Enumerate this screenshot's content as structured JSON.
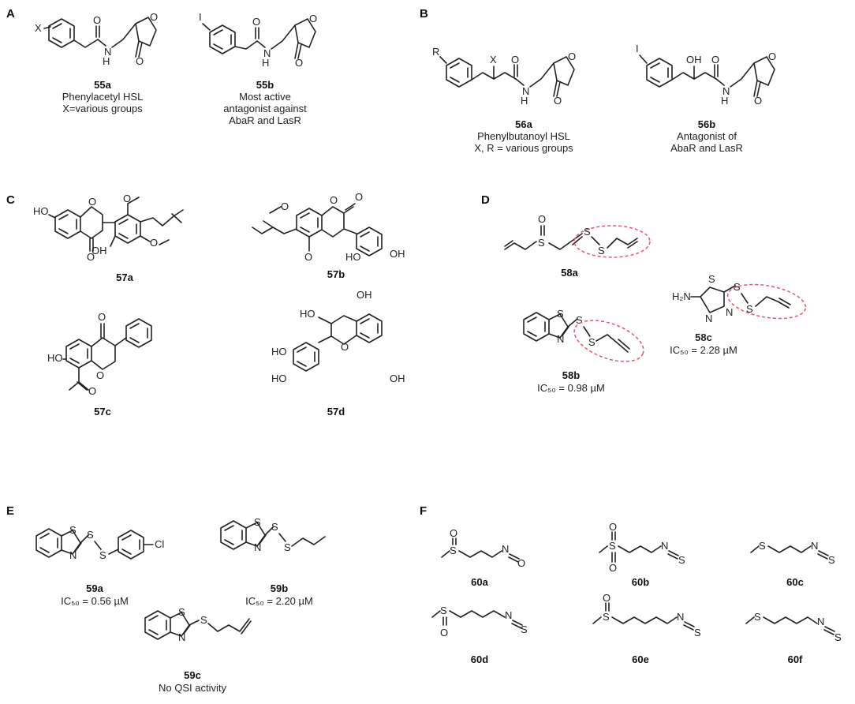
{
  "panels": {
    "A": {
      "letter": "A",
      "c55a": {
        "id": "55a",
        "lines": [
          "Phenylacetyl HSL",
          "X=various groups"
        ],
        "sub": "X"
      },
      "c55b": {
        "id": "55b",
        "lines": [
          "Most active",
          "antagonist against",
          "AbaR and LasR"
        ],
        "sub": "I"
      }
    },
    "B": {
      "letter": "B",
      "c56a": {
        "id": "56a",
        "lines": [
          "Phenylbutanoyl HSL",
          "X, R = various groups"
        ],
        "sub_r": "R",
        "sub_x": "X"
      },
      "c56b": {
        "id": "56b",
        "lines": [
          "Antagonist of",
          "AbaR and LasR"
        ],
        "sub": "I",
        "oh": "OH"
      }
    },
    "C": {
      "letter": "C",
      "ids": [
        "57a",
        "57b",
        "57c",
        "57d"
      ]
    },
    "D": {
      "letter": "D",
      "c58a": {
        "id": "58a"
      },
      "c58b": {
        "id": "58b",
        "ic50": "IC₅₀ = 0.98 µM"
      },
      "c58c": {
        "id": "58c",
        "ic50": "IC₅₀ = 2.28 µM",
        "amine": "H₂N"
      },
      "highlight_color": "#e0556a"
    },
    "E": {
      "letter": "E",
      "c59a": {
        "id": "59a",
        "ic50": "IC₅₀ = 0.56 µM",
        "cl": "Cl"
      },
      "c59b": {
        "id": "59b",
        "ic50": "IC₅₀ = 2.20 µM"
      },
      "c59c": {
        "id": "59c",
        "note": "No QSI activity"
      }
    },
    "F": {
      "letter": "F",
      "ids": [
        "60a",
        "60b",
        "60c",
        "60d",
        "60e",
        "60f"
      ]
    }
  },
  "atoms": {
    "O": "O",
    "N": "N",
    "S": "S",
    "H": "H",
    "HO": "HO",
    "OH": "OH"
  }
}
